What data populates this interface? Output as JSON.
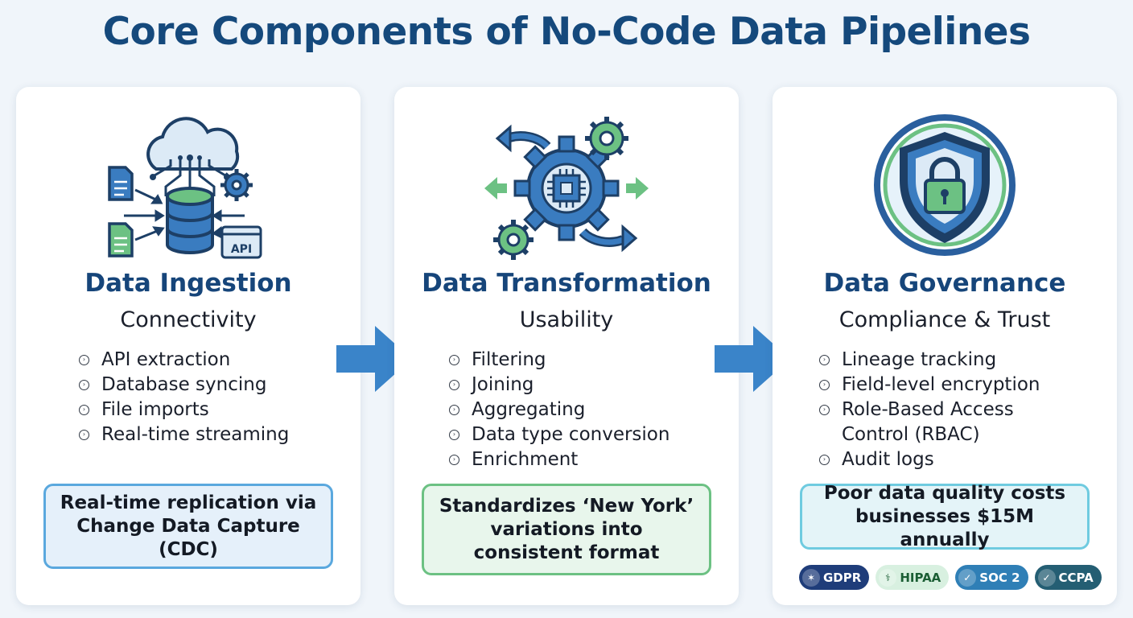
{
  "title": "Core Components of No-Code Data Pipelines",
  "cards": [
    {
      "heading": "Data Ingestion",
      "subheading": "Connectivity",
      "icon": "cloud-database-icon",
      "icon_text": "API",
      "bullets": [
        "API extraction",
        "Database syncing",
        "File imports",
        "Real-time streaming"
      ],
      "callout": "Real-time replication via Change Data Capture (CDC)"
    },
    {
      "heading": "Data Transformation",
      "subheading": "Usability",
      "icon": "gears-processor-icon",
      "bullets": [
        "Filtering",
        "Joining",
        "Aggregating",
        "Data type conversion",
        "Enrichment"
      ],
      "callout": "Standardizes ‘New York’ variations into consistent format"
    },
    {
      "heading": "Data Governance",
      "subheading": "Compliance & Trust",
      "icon": "shield-lock-icon",
      "bullets": [
        "Lineage tracking",
        "Field-level encryption",
        "Role-Based Access Control (RBAC)",
        "Audit logs"
      ],
      "callout": "Poor data quality costs businesses $15M annually",
      "badges": [
        {
          "label": "GDPR",
          "icon": "eu-stars-icon",
          "bg": "#1f3d7a",
          "fg": "#ffffff"
        },
        {
          "label": "HIPAA",
          "icon": "caduceus-icon",
          "bg": "#d8f0e0",
          "fg": "#1b5e34"
        },
        {
          "label": "SOC 2",
          "icon": "check-shield-icon",
          "bg": "#2f7fb6",
          "fg": "#ffffff"
        },
        {
          "label": "CCPA",
          "icon": "shield-icon",
          "bg": "#245e73",
          "fg": "#ffffff"
        }
      ]
    }
  ],
  "arrow_icon": "right-arrow-icon",
  "bullet_icon": "circle-chevron-icon",
  "colors": {
    "title": "#15497c",
    "heading": "#16457a",
    "arrow": "#3a84c9",
    "background": "#f0f5fa"
  }
}
